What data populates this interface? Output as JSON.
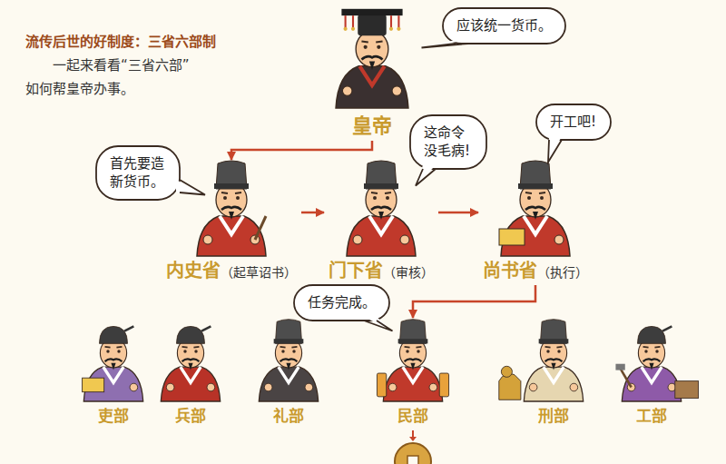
{
  "diagram": {
    "title": "流传后世的好制度：三省六部制",
    "nodes": [
      {
        "text": [
          "应该统一货币。"
        ]
      },
      {
        "text": [
          "皇帝"
        ]
      },
      {
        "text": [
          "首先要造新货币。"
        ]
      },
      {
        "text": [
          "这命令没毛病!"
        ]
      },
      {
        "text": [
          "开工吧!"
        ]
      },
      {
        "text": [
          "内史省",
          "（起草诏书）"
        ]
      },
      {
        "text": [
          "门下省",
          "（审核）"
        ]
      },
      {
        "text": [
          "尚书省",
          "（执行）"
        ]
      },
      {
        "text": [
          "任务完成。"
        ]
      },
      {
        "text": [
          "吏部"
        ]
      },
      {
        "text": [
          "兵部"
        ]
      },
      {
        "text": [
          "礼部"
        ]
      },
      {
        "text": [
          "民部"
        ]
      },
      {
        "text": [
          "刑部"
        ]
      },
      {
        "text": [
          "工部"
        ]
      }
    ],
    "edges": [
      {
        "from": 1,
        "to": 5,
        "arrow": "to"
      },
      {
        "from": 5,
        "to": 6,
        "arrow": "to"
      },
      {
        "from": 6,
        "to": 7,
        "arrow": "to"
      },
      {
        "from": 7,
        "to": 12,
        "arrow": "to"
      }
    ],
    "labels": [
      "一起来看看“三省六部”如何帮皇帝办事。"
    ]
  }
}
